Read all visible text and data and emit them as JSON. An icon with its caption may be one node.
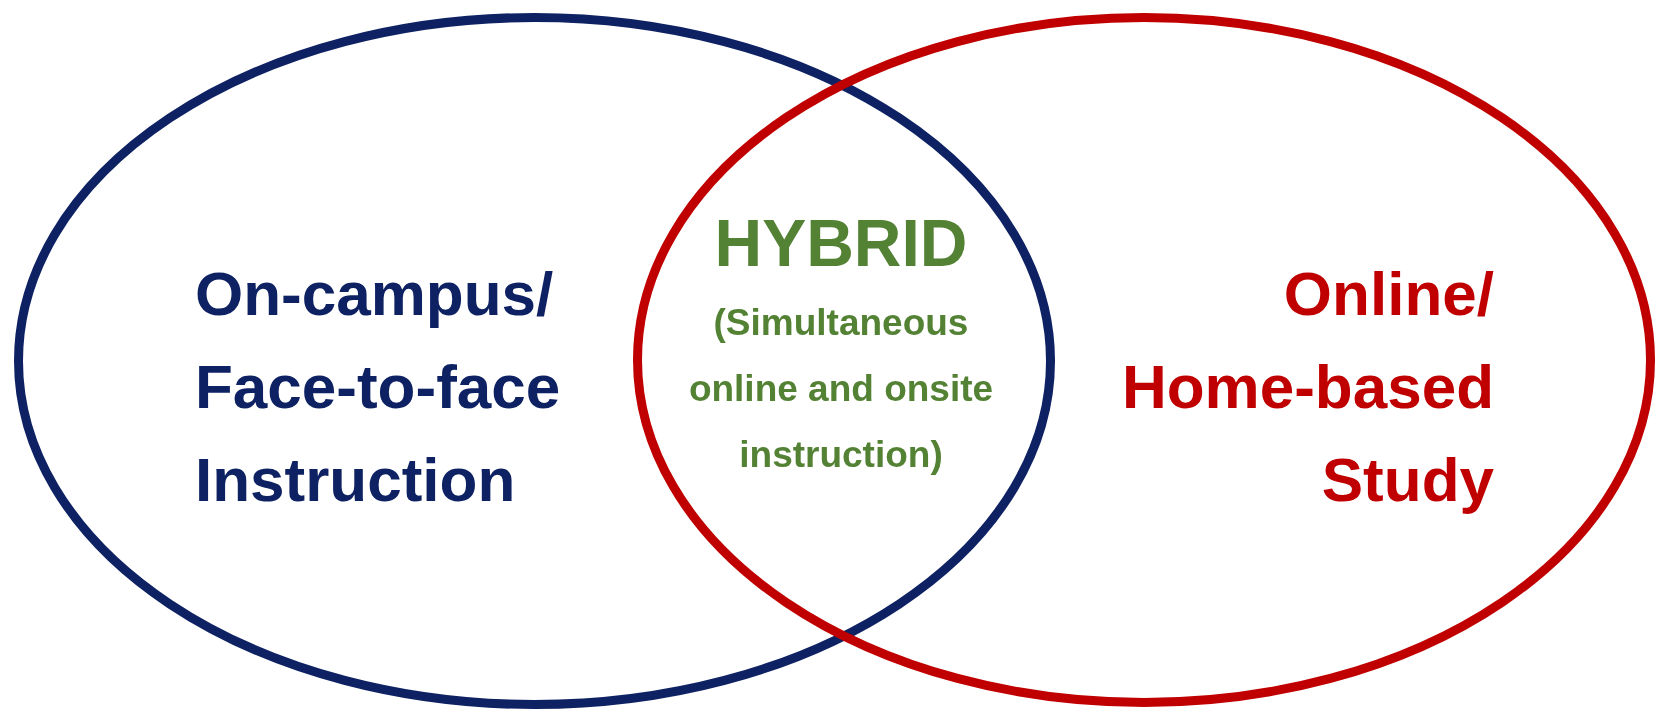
{
  "diagram": {
    "nodes": [
      {
        "text": [
          "On-campus/ Face-to-face Instruction"
        ]
      },
      {
        "text": [
          "Online/ Home-based Study"
        ]
      }
    ],
    "labels": [
      "HYBRID",
      "(Simultaneous online and onsite instruction)"
    ]
  }
}
